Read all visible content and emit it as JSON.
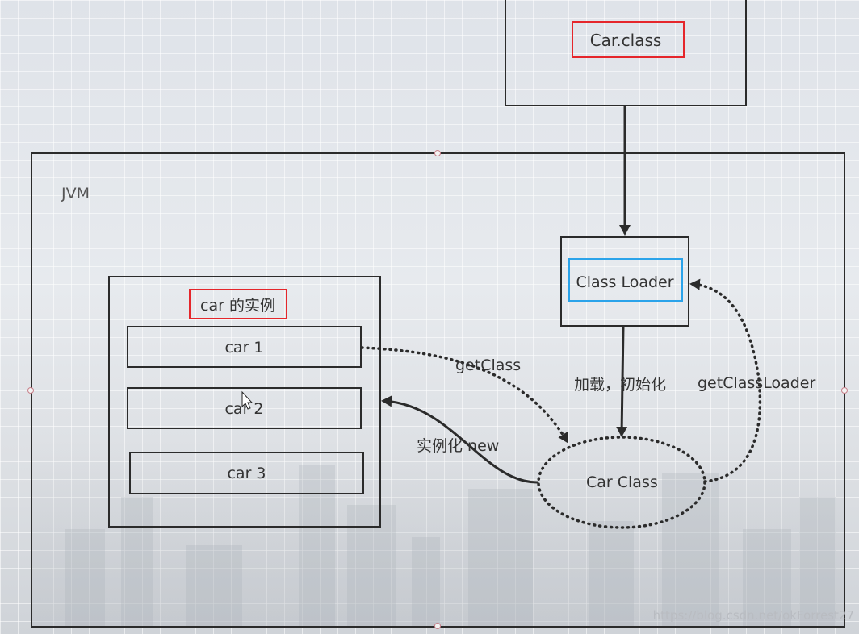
{
  "car_class_file": "Car.class",
  "jvm_label": "JVM",
  "class_loader": "Class Loader",
  "instances_title": "car 的实例",
  "instances": [
    "car 1",
    "car 2",
    "car 3"
  ],
  "car_class_object": "Car Class",
  "edges": {
    "get_class": "getClass",
    "load_init": "加载，初始化",
    "get_class_loader": "getClassLoader",
    "instantiate_new": "实例化 new"
  },
  "watermark": "https://blog.csdn.net/okForrest27",
  "colors": {
    "highlight_red": "#e5262b",
    "highlight_blue": "#2aa3ea",
    "stroke": "#2b2b2b"
  }
}
